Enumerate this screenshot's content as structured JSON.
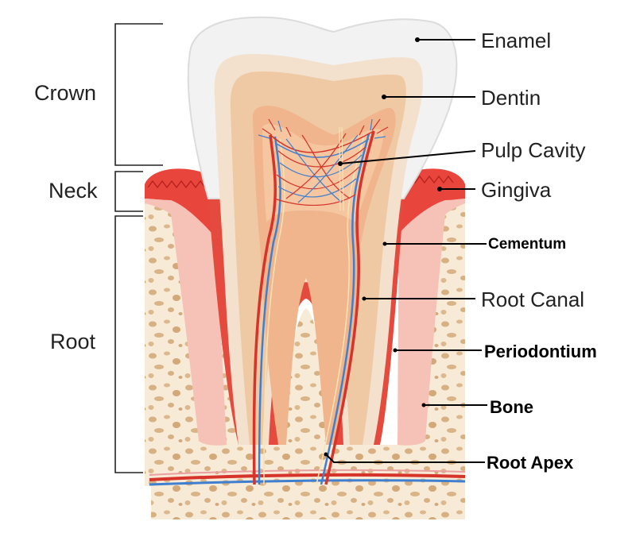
{
  "regions": {
    "crown": "Crown",
    "neck": "Neck",
    "root": "Root"
  },
  "parts": {
    "enamel": "Enamel",
    "dentin": "Dentin",
    "pulp_cavity": "Pulp Cavity",
    "gingiva": "Gingiva",
    "cementum": "Cementum",
    "root_canal": "Root Canal",
    "periodontium": "Periodontium",
    "bone": "Bone",
    "root_apex": "Root Apex"
  },
  "colors": {
    "enamel": "#f2f2f2",
    "dentin": "#f3ddc3",
    "pulp": "#f0b58c",
    "gingiva": "#e8453c",
    "bone": "#f6e8d2",
    "bone_pores": "#d9b487",
    "artery": "#d6332b",
    "vein": "#3f7fd0"
  }
}
